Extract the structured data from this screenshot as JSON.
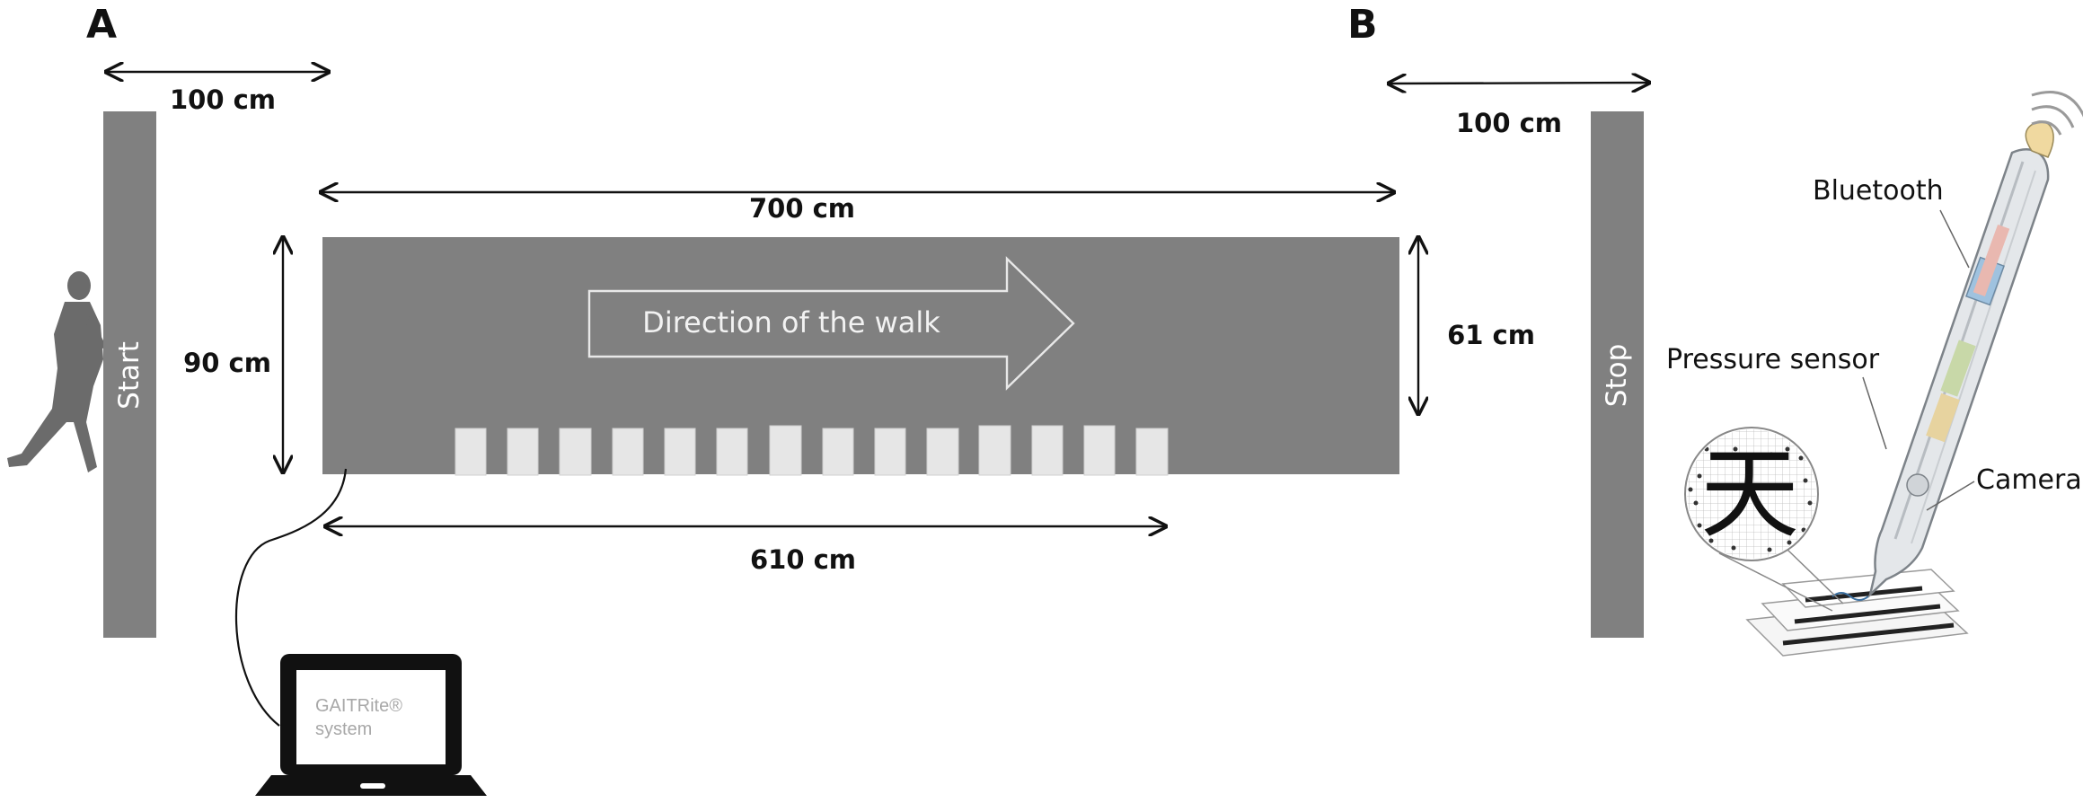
{
  "panels": {
    "a": "A",
    "b": "B"
  },
  "dimensions": {
    "start_width": "100 cm",
    "stop_width": "100 cm",
    "walkway_length": "700 cm",
    "walkway_height": "90 cm",
    "sensor_width": "61 cm",
    "sensor_length": "610 cm"
  },
  "labels": {
    "start": "Start",
    "stop": "Stop",
    "direction": "Direction of the walk",
    "laptop_line1": "GAITRite®",
    "laptop_line2": "system"
  },
  "pen": {
    "bluetooth": "Bluetooth",
    "pressure_sensor": "Pressure sensor",
    "camera": "Camera",
    "character": "天"
  },
  "colors": {
    "walkway": "#808080",
    "sensor_pad": "#e6e6e6",
    "text": "#111111"
  }
}
